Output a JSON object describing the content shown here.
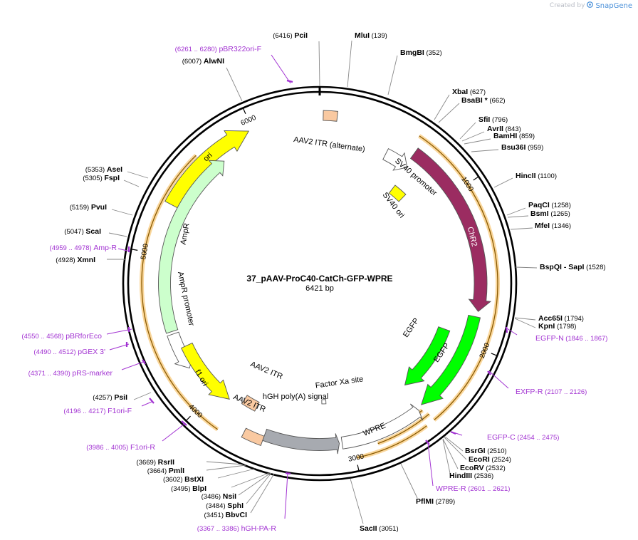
{
  "app": {
    "credit_prefix": "Created by",
    "credit_brand": "SnapGene"
  },
  "map": {
    "name": "37_pAAV-ProC40-CatCh-GFP-WPRE",
    "length_label": "6421 bp",
    "total_bp": 6421,
    "ticks": [
      "1000",
      "2000",
      "3000",
      "4000",
      "5000",
      "6000"
    ]
  },
  "colors": {
    "backbone": "#000000",
    "site_line": "#888888",
    "primer": "#a233d2",
    "feature_highlight": "#f5a623",
    "ori": "#ffff00",
    "itr": "#f9c9a1",
    "promoter": "#ffffff",
    "sv40_ori": "#ffff00",
    "catch_chr2": "#9b2c61",
    "egfp": "#00ff00",
    "ampr": "#ccffcc",
    "polyA": "#a7aab0",
    "f1_ori": "#ffff00",
    "wpre": "#ffffff"
  },
  "features": [
    {
      "label": "ori",
      "kind": "ori"
    },
    {
      "label": "AAV2 ITR (alternate)",
      "kind": "itr"
    },
    {
      "label": "SV40 promoter",
      "kind": "promoter"
    },
    {
      "label": "SV40 ori",
      "kind": "sv40_ori"
    },
    {
      "label": "ChR2",
      "kind": "catch_chr2"
    },
    {
      "label": "EGFP",
      "kind": "egfp"
    },
    {
      "label": "EGFP",
      "kind": "egfp"
    },
    {
      "label": "AmpR",
      "kind": "ampr"
    },
    {
      "label": "AmpR promoter",
      "kind": "promoter"
    },
    {
      "label": "AAV2 ITR",
      "kind": "itr"
    },
    {
      "label": "AAV2 ITR",
      "kind": "itr"
    },
    {
      "label": "f1 ori",
      "kind": "f1_ori"
    },
    {
      "label": "hGH poly(A) signal",
      "kind": "polyA"
    },
    {
      "label": "Factor Xa site",
      "kind": "promoter"
    },
    {
      "label": "WPRE",
      "kind": "wpre"
    }
  ],
  "sites": [
    {
      "name": "PciI",
      "pos": "(6416)"
    },
    {
      "name": "MluI",
      "pos": "(139)"
    },
    {
      "name": "BmgBI",
      "pos": "(352)"
    },
    {
      "name": "XbaI",
      "pos": "(627)"
    },
    {
      "name": "BsaBI",
      "pos": "(662)",
      "mark": "*"
    },
    {
      "name": "SfiI",
      "pos": "(796)"
    },
    {
      "name": "AvrII",
      "pos": "(843)"
    },
    {
      "name": "BamHI",
      "pos": "(859)"
    },
    {
      "name": "Bsu36I",
      "pos": "(959)"
    },
    {
      "name": "HincII",
      "pos": "(1100)"
    },
    {
      "name": "PaqCI",
      "pos": "(1258)"
    },
    {
      "name": "BsmI",
      "pos": "(1265)"
    },
    {
      "name": "MfeI",
      "pos": "(1346)"
    },
    {
      "name": "BspQI - SapI",
      "pos": "(1528)"
    },
    {
      "name": "Acc65I",
      "pos": "(1794)"
    },
    {
      "name": "KpnI",
      "pos": "(1798)"
    },
    {
      "name": "BsrGI",
      "pos": "(2510)"
    },
    {
      "name": "EcoRI",
      "pos": "(2524)"
    },
    {
      "name": "EcoRV",
      "pos": "(2532)"
    },
    {
      "name": "HindIII",
      "pos": "(2536)"
    },
    {
      "name": "PflMI",
      "pos": "(2789)"
    },
    {
      "name": "SacII",
      "pos": "(3051)"
    },
    {
      "name": "BbvCI",
      "pos": "(3451)"
    },
    {
      "name": "SphI",
      "pos": "(3484)"
    },
    {
      "name": "NsiI",
      "pos": "(3486)"
    },
    {
      "name": "BlpI",
      "pos": "(3495)"
    },
    {
      "name": "BstXI",
      "pos": "(3602)"
    },
    {
      "name": "PmlI",
      "pos": "(3664)"
    },
    {
      "name": "RsrII",
      "pos": "(3669)"
    },
    {
      "name": "PsiI",
      "pos": "(4257)"
    },
    {
      "name": "XmnI",
      "pos": "(4928)"
    },
    {
      "name": "ScaI",
      "pos": "(5047)"
    },
    {
      "name": "PvuI",
      "pos": "(5159)"
    },
    {
      "name": "FspI",
      "pos": "(5305)"
    },
    {
      "name": "AseI",
      "pos": "(5353)"
    },
    {
      "name": "AlwNI",
      "pos": "(6007)"
    }
  ],
  "primers": [
    {
      "name": "pBR322ori-F",
      "range": "(6261 .. 6280)"
    },
    {
      "name": "Amp-R",
      "range": "(4959 .. 4978)"
    },
    {
      "name": "pBRforEco",
      "range": "(4550 .. 4568)"
    },
    {
      "name": "pGEX 3'",
      "range": "(4490 .. 4512)"
    },
    {
      "name": "pRS-marker",
      "range": "(4371 .. 4390)"
    },
    {
      "name": "F1ori-F",
      "range": "(4196 .. 4217)"
    },
    {
      "name": "F1ori-R",
      "range": "(3986 .. 4005)"
    },
    {
      "name": "hGH-PA-R",
      "range": "(3367 .. 3386)"
    },
    {
      "name": "EGFP-N",
      "range": "(1846 .. 1867)"
    },
    {
      "name": "EXFP-R",
      "range": "(2107 .. 2126)"
    },
    {
      "name": "EGFP-C",
      "range": "(2454 .. 2475)"
    },
    {
      "name": "WPRE-R",
      "range": "(2601 .. 2621)"
    }
  ]
}
